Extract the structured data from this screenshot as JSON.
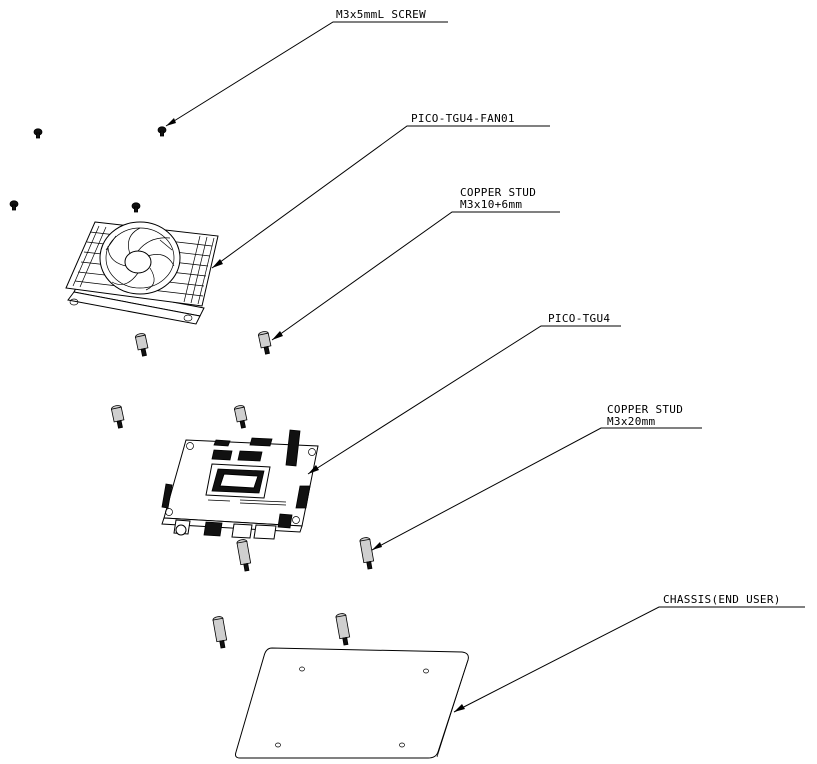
{
  "labels": {
    "screw": "M3x5mmL SCREW",
    "fan": "PICO-TGU4-FAN01",
    "stud_top_line1": "COPPER STUD",
    "stud_top_line2": "M3x10+6mm",
    "board": "PICO-TGU4",
    "stud_bottom_line1": "COPPER STUD",
    "stud_bottom_line2": "M3x20mm",
    "chassis": "CHASSIS(END USER)"
  },
  "colors": {
    "ink": "#000000",
    "paper": "#ffffff"
  }
}
